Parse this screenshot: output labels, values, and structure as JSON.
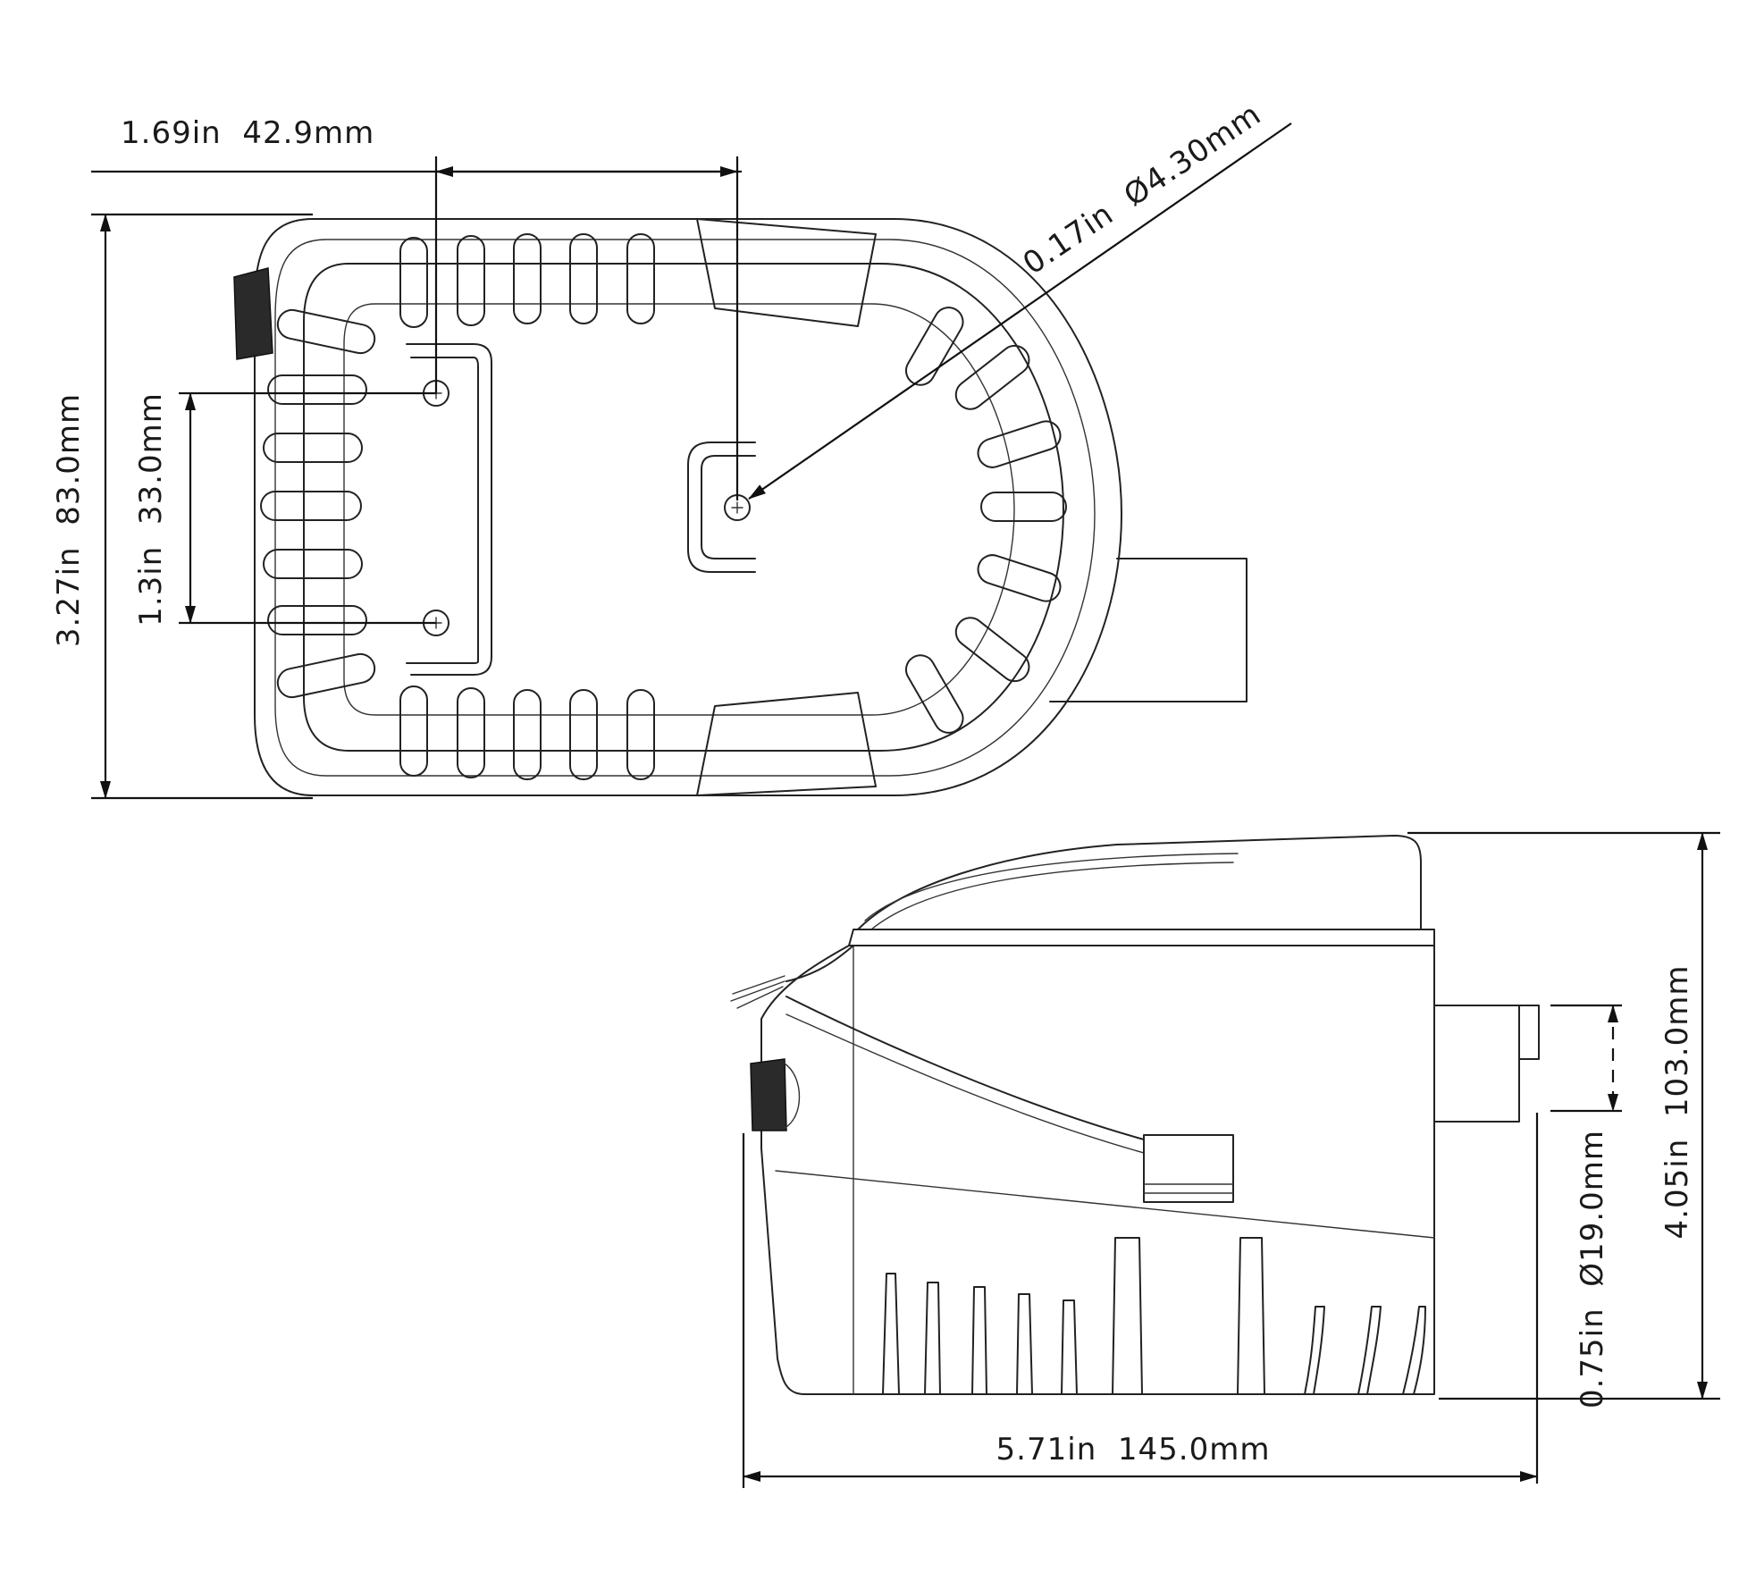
{
  "dimensions": {
    "top_width": "1.69in  42.9mm",
    "hole_diameter": "0.17in  Ø4.30mm",
    "overall_height_top": "3.27in  83.0mm",
    "hole_spacing": "1.3in  33.0mm",
    "overall_height_side": "4.05in  103.0mm",
    "outlet_diameter": "0.75in  Ø19.0mm",
    "overall_length": "5.71in  145.0mm"
  },
  "colors": {
    "line": "#222222",
    "background": "#ffffff"
  }
}
